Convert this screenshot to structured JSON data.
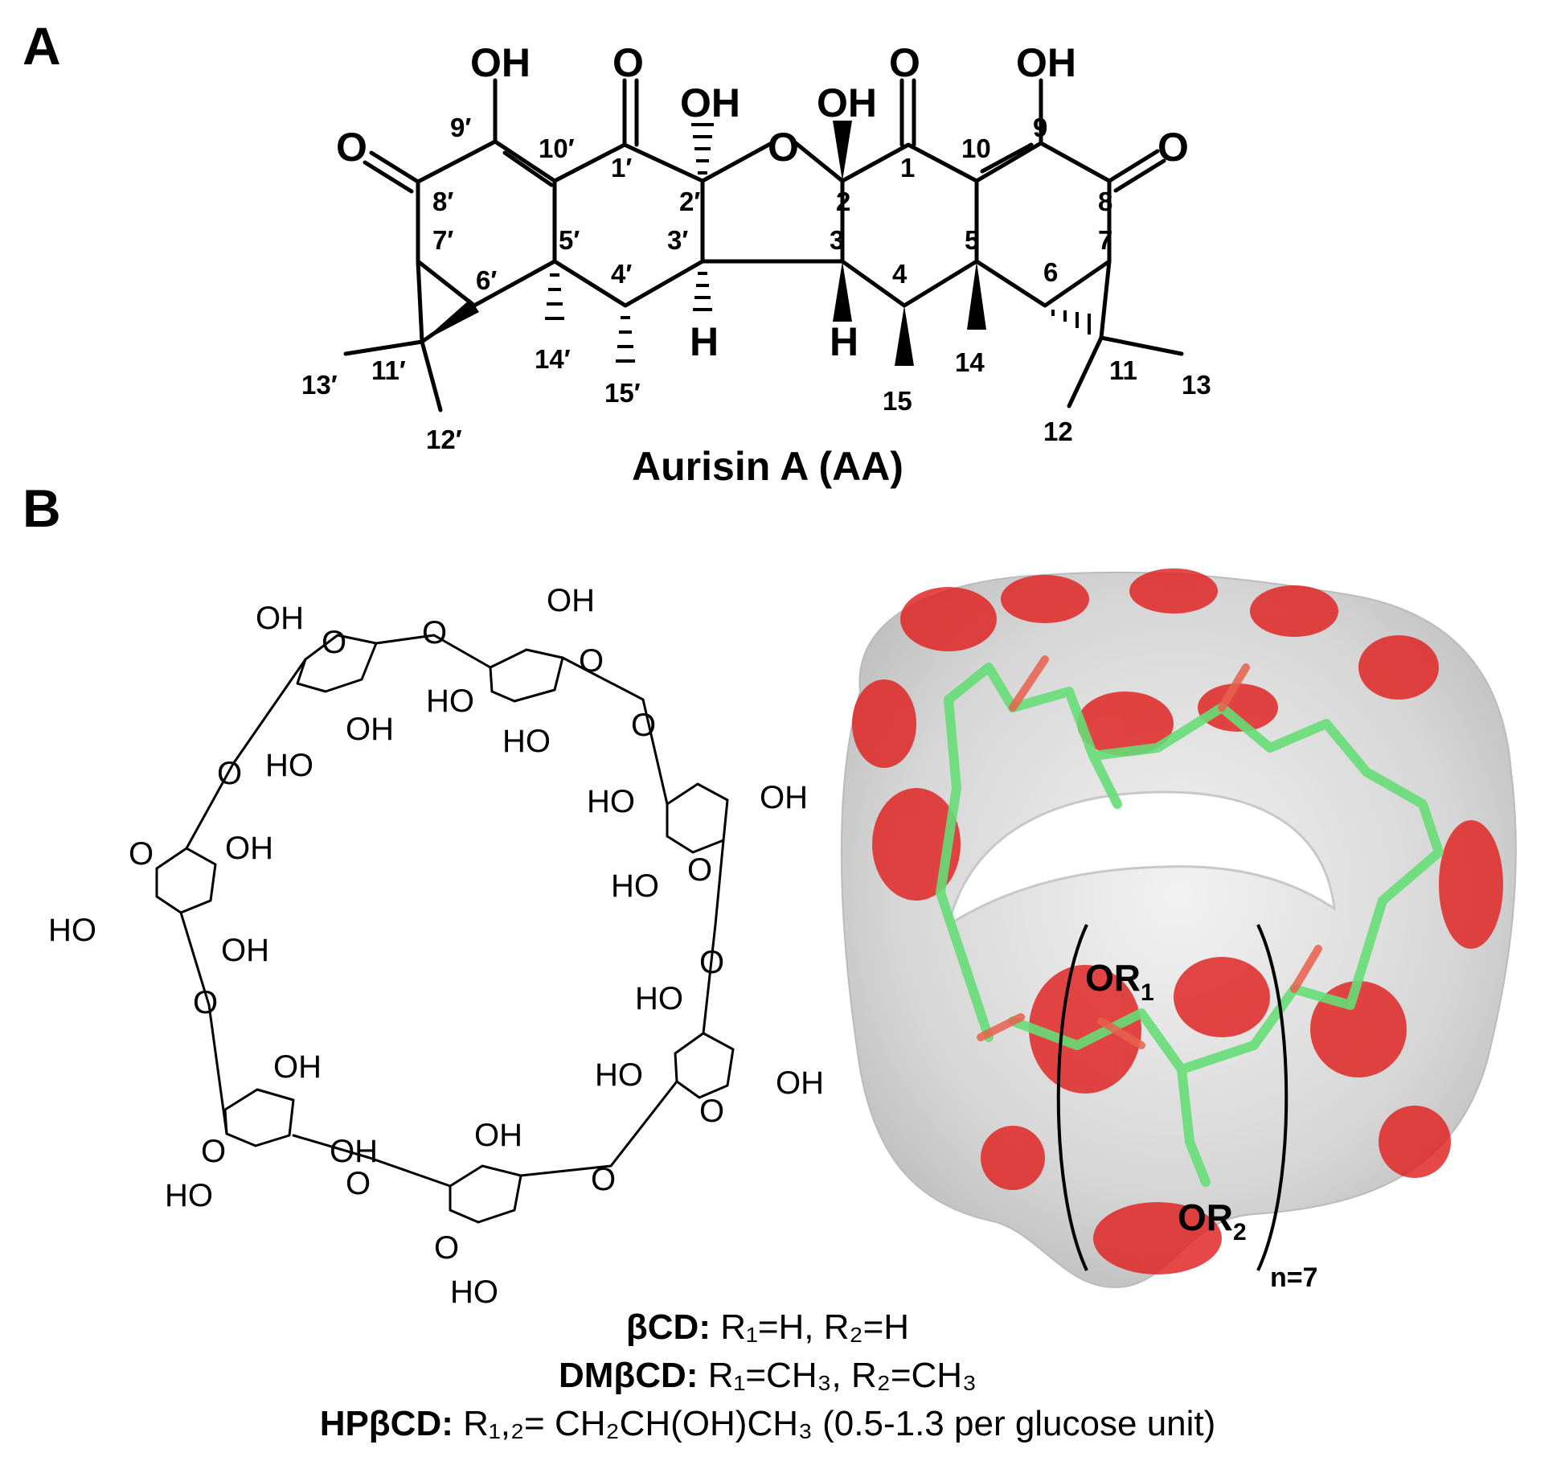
{
  "panels": [
    {
      "label": "A",
      "compound_name": "Aurisin A (AA)",
      "atoms": {
        "o": "O",
        "oh": "OH",
        "h": "H"
      },
      "numbers": [
        "9′",
        "10′",
        "1′",
        "2′",
        "2",
        "1",
        "10",
        "9",
        "8′",
        "7′",
        "5′",
        "3′",
        "3",
        "5",
        "8",
        "7",
        "6′",
        "4′",
        "4",
        "6",
        "11′",
        "14′",
        "15′",
        "14",
        "15",
        "11",
        "13′",
        "12′",
        "12",
        "13"
      ]
    },
    {
      "label": "B",
      "structure_labels": {
        "oh": "OH",
        "ho": "HO",
        "o": "O"
      },
      "model_labels": {
        "or1": "OR",
        "or1_sub": "1",
        "or2": "OR",
        "or2_sub": "2",
        "repeat": "n=7"
      },
      "colors": {
        "surface": "#d9d9d9",
        "oxygen": "#e0201e",
        "carbon": "#66dd77"
      },
      "definitions": [
        {
          "name": "βCD:",
          "text": "R₁=H, R₂=H"
        },
        {
          "name": "DMβCD:",
          "text": "R₁=CH₃, R₂=CH₃"
        },
        {
          "name": "HPβCD:",
          "text": "R₁,₂= CH₂CH(OH)CH₃ (0.5-1.3 per glucose unit)"
        }
      ]
    }
  ]
}
